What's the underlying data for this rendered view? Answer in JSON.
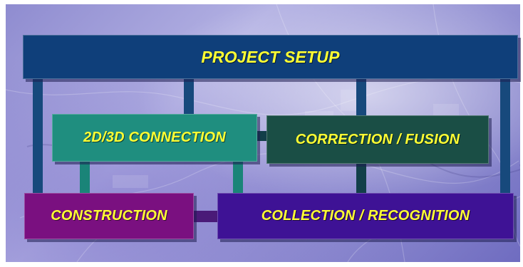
{
  "diagram": {
    "boxes": {
      "project_setup": "PROJECT SETUP",
      "connection_2d3d": "2D/3D CONNECTION",
      "correction_fusion": "CORRECTION / FUSION",
      "construction": "CONSTRUCTION",
      "collection_recognition": "COLLECTION / RECOGNITION"
    }
  },
  "colors": {
    "project_setup_fill": "#0f3f7a",
    "connection_fill": "#1f8e7f",
    "correction_fill": "#1a4e45",
    "construction_fill": "#7a1080",
    "collection_fill": "#3e1295",
    "label_text": "#ffff33",
    "connector_blue": "#17497c",
    "connector_teal": "#1a8478",
    "connector_dark": "#123f49",
    "connector_purple": "#4a1a78"
  }
}
